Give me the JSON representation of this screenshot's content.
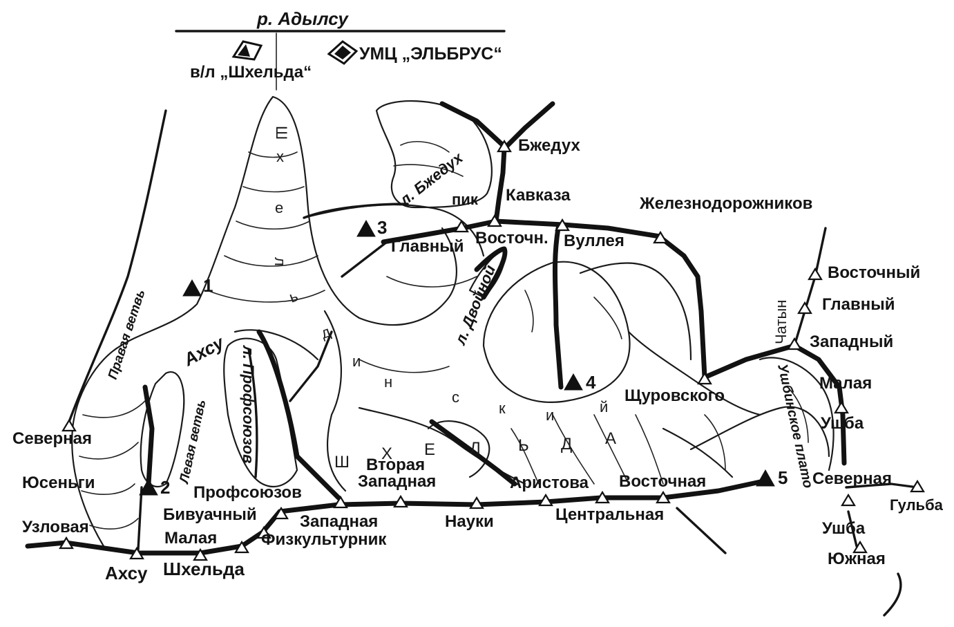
{
  "map": {
    "colors": {
      "ink": "#141414",
      "paper": "#ffffff"
    },
    "river": {
      "label": "р. Адылсу"
    },
    "bases": {
      "left_label": "в/л „Шхельда“",
      "right_label": "УМЦ „ЭЛЬБРУС“"
    },
    "glaciers": {
      "main": [
        "Ш",
        "х",
        "е",
        "л",
        "ь",
        "д",
        "и",
        "н",
        "с",
        "к",
        "и",
        "й"
      ],
      "main2": [
        "Ш",
        "Х",
        "Е",
        "Л",
        "Ь",
        "Д",
        "А"
      ],
      "bzheduh": "л. Бжедух",
      "dvoinoy": "л. Двойной",
      "profsoyuzov": "л. Профсоюзов",
      "akhsu": "Ахсу",
      "right_branch": "Правая ветвь",
      "left_branch": "Левая ветвь",
      "chatyn": "Чатын",
      "ushbinskoe": "Ушбинское плато"
    },
    "peaks": {
      "bzheduh": "Бжедух",
      "pik": "пик",
      "kavkaza": "Кавказа",
      "zheleznodorozhnikov": "Железнодорожников",
      "glavny": "Главный",
      "vostochn": "Восточн.",
      "vullea": "Вуллея",
      "vostochny_c": "Восточный",
      "glavny_c": "Главный",
      "zapadny_c": "Западный",
      "malaya_ushba": "Малая",
      "ushba_m": "Ушба",
      "shchurovskogo": "Щуровского",
      "severnaya_ushba": "Северная",
      "ushba_s": "Ушба",
      "yuzhnaya": "Южная",
      "gulba": "Гульба",
      "severnaya_y": "Северная",
      "yusengi": "Юсеньги",
      "uzlovaya": "Узловая",
      "akhsu": "Ахсу",
      "shkhelda": "Шхельда",
      "malaya": "Малая",
      "fizkulturnik": "Физкультурник",
      "bivuachny": "Бивуачный",
      "profsoyuzov": "Профсоюзов",
      "zapadnaya": "Западная",
      "vtoraya": "Вторая",
      "zapadnaya2": "Западная",
      "nauki": "Науки",
      "aristova": "Аристова",
      "centralnaya": "Центральная",
      "vostochnaya": "Восточная"
    },
    "camps": [
      "1",
      "2",
      "3",
      "4",
      "5"
    ]
  }
}
